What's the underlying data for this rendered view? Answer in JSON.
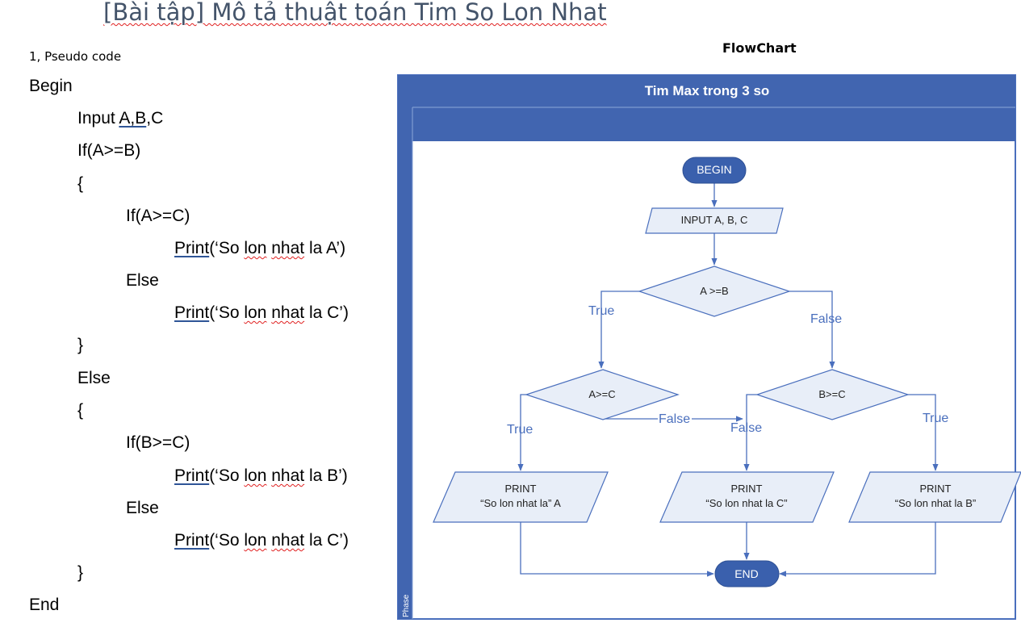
{
  "document": {
    "title": "[Bài tập] Mô tả thuật toán Tim So Lon Nhat",
    "section_label": "1, Pseudo code",
    "flowchart_heading": "FlowChart"
  },
  "pseudocode": {
    "begin": "Begin",
    "input_prefix": "Input ",
    "input_vars": "A,B",
    "input_suffix": ",C",
    "if_ab": "If(A>=B)",
    "brace_open_1": "{",
    "if_ac": "If(A>=C)",
    "print_kw": "Print",
    "print_a_pre": "(‘So ",
    "lon": "lon",
    "nhat": "nhat",
    "print_a_post": " la A’)",
    "else_1": "Else",
    "print_c_post": " la C’)",
    "brace_close_1": "}",
    "else_outer": "Else",
    "brace_open_2": "{",
    "if_bc": "If(B>=C)",
    "print_b_post": " la B’)",
    "else_2": "Else",
    "brace_close_2": "}",
    "end": "End"
  },
  "flowchart": {
    "pool_title": "Tim Max trong 3 so",
    "lane_label": "Phase",
    "begin": "BEGIN",
    "input": "INPUT A, B, C",
    "decision_ab": "A >=B",
    "decision_ac": "A>=C",
    "decision_bc": "B>=C",
    "true_label": "True",
    "false_label": "False",
    "print_label": "PRINT",
    "print_a_text": "“So lon nhat la” A",
    "print_c_text": "“So lon nhat la C”",
    "print_b_text": "“So lon nhat la B”",
    "end": "END"
  },
  "colors": {
    "pool_header": "#4165b0",
    "node_fill": "#3a60ad",
    "shape_fill": "#e8eef8",
    "shape_stroke": "#4a6fbd",
    "edge_label": "#4a6fbd"
  }
}
